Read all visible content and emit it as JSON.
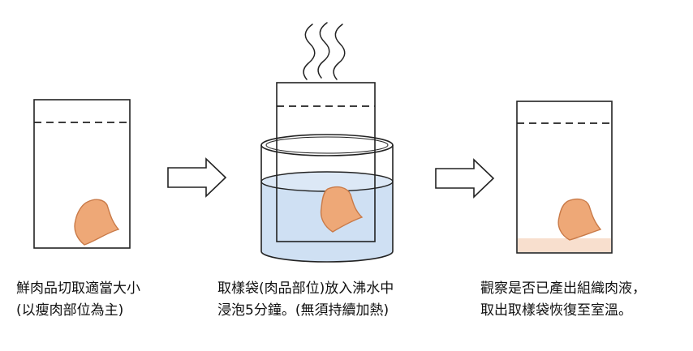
{
  "steps": [
    {
      "line1": "鮮肉品切取適當大小",
      "line2": "(以瘦肉部位為主)"
    },
    {
      "line1": "取樣袋(肉品部位)放入沸水中",
      "line2": "浸泡5分鐘。(無須持續加熱)"
    },
    {
      "line1": "觀察是否已產出組織肉液，",
      "line2": "取出取樣袋恢復至室溫。"
    }
  ],
  "colors": {
    "meat_fill": "#EEA877",
    "meat_stroke": "#C97A48",
    "water_fill": "#CFE0F3",
    "water_edge": "#8AAFD9",
    "juice_fill": "#F8DFCE",
    "outline": "#222222"
  },
  "icons": [
    "steam-icon",
    "arrow-right-icon"
  ]
}
